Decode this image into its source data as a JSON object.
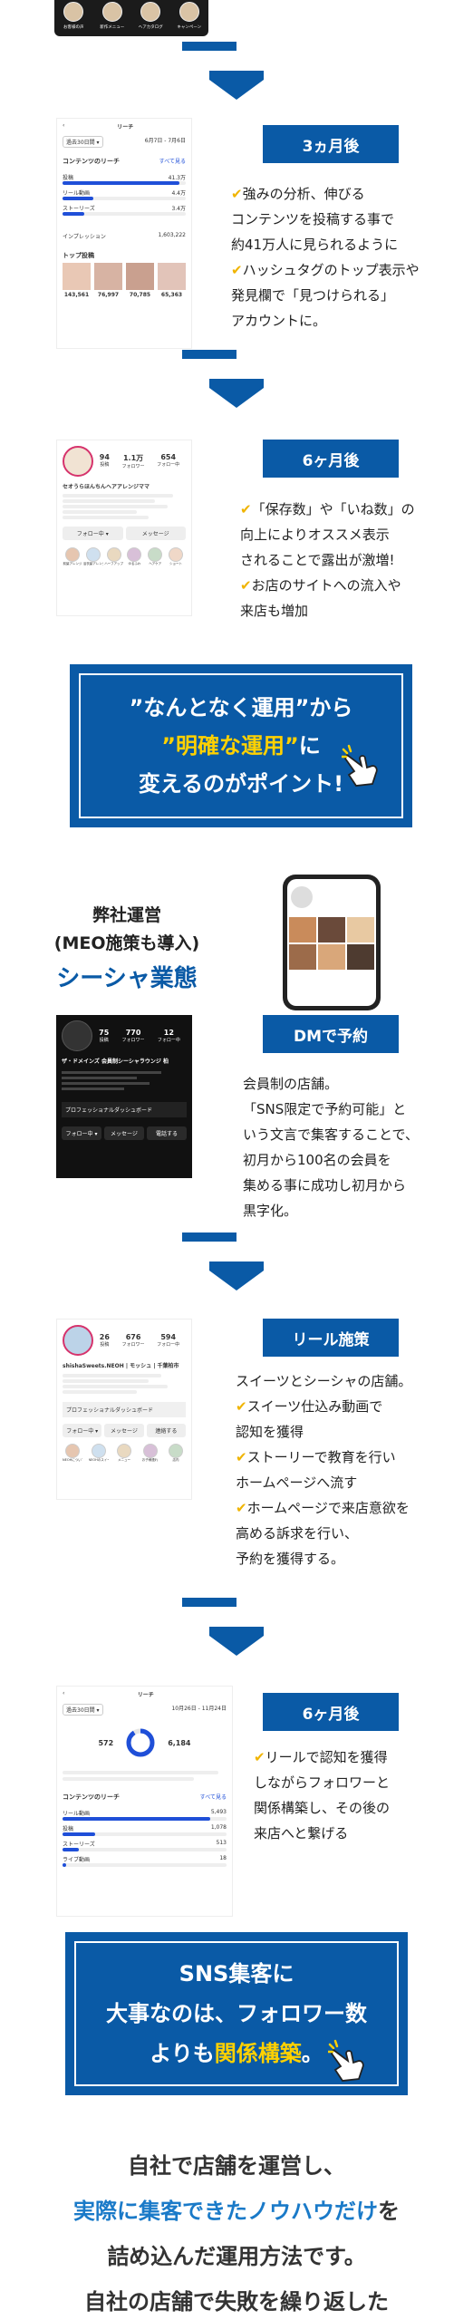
{
  "top_highlights": [
    "お客様の声",
    "新作メニュー",
    "ヘアカタログ",
    "キャンペーン"
  ],
  "sections": {
    "s3m": {
      "label": "3ヵ月後",
      "lines": [
        {
          "check": true,
          "text": "強みの分析、伸びる"
        },
        {
          "check": false,
          "text": "コンテンツを投稿する事で"
        },
        {
          "check": false,
          "text": "約41万人に見られるように"
        },
        {
          "check": true,
          "text": "ハッシュタグのトップ表示や"
        },
        {
          "check": false,
          "text": "発見欄で「見つけられる」"
        },
        {
          "check": false,
          "text": "アカウントに。"
        }
      ],
      "shot": {
        "header": "リーチ",
        "date": "6月7日 - 7月6日",
        "filter": "過去30日間 ▾",
        "section_title": "コンテンツのリーチ",
        "see_all": "すべて見る",
        "rows": [
          {
            "label": "投稿",
            "value": "41.3万",
            "fill": 0.95
          },
          {
            "label": "リール動画",
            "value": "4.4万",
            "fill": 0.25
          },
          {
            "label": "ストーリーズ",
            "value": "3.4万",
            "fill": 0.18
          }
        ],
        "impressions_label": "インプレッション",
        "impressions_value": "1,603,222",
        "top_posts": "トップ投稿",
        "top_values": [
          "143,561",
          "76,997",
          "70,785",
          "65,363"
        ]
      }
    },
    "s6m": {
      "label": "6ヶ月後",
      "lines": [
        {
          "check": true,
          "text": "「保存数」や「いね数」の"
        },
        {
          "check": false,
          "text": "向上によりオススメ表示"
        },
        {
          "check": false,
          "text": "されることで露出が激増!"
        },
        {
          "check": true,
          "text": "お店のサイトへの流入や"
        },
        {
          "check": false,
          "text": "来店も増加"
        }
      ],
      "shot": {
        "stats": [
          {
            "n": "94",
            "l": "投稿"
          },
          {
            "n": "1.1万",
            "l": "フォロワー"
          },
          {
            "n": "654",
            "l": "フォロー中"
          }
        ],
        "bio": "セオうらほんちんヘアアレンジママ",
        "btn_follow": "フォロー中 ▾",
        "btn_msg": "メッセージ",
        "highlights": [
          "前髪アレンジ",
          "浴衣髪アレンジ",
          "ハーフアップ",
          "ゆるふわ",
          "ヘアケア",
          "ショート"
        ]
      }
    },
    "banner1": {
      "line1": "”なんとなく運用”から",
      "line2_hl": "”明確な運用”",
      "line2_rest": "に",
      "line3": "変えるのがポイント!"
    },
    "shisha": {
      "title_line1": "弊社運営",
      "title_line2": "(MEO施策も導入)",
      "title_line3": "シーシャ業態",
      "label": "DMで予約",
      "lines": [
        {
          "check": false,
          "text": "会員制の店舗。"
        },
        {
          "check": false,
          "text": "「SNS限定で予約可能」と"
        },
        {
          "check": false,
          "text": "いう文言で集客することで、"
        },
        {
          "check": false,
          "text": "初月から100名の会員を"
        },
        {
          "check": false,
          "text": "集める事に成功し初月から"
        },
        {
          "check": false,
          "text": "黒字化。"
        }
      ],
      "dark_shot": {
        "stats": [
          {
            "n": "75",
            "l": "投稿"
          },
          {
            "n": "770",
            "l": "フォロワー"
          },
          {
            "n": "12",
            "l": "フォロー中"
          }
        ],
        "name": "ザ・ドメインズ 会員制シーシャラウンジ 柏",
        "dash": "プロフェッショナルダッシュボード",
        "btns": [
          "フォロー中 ▾",
          "メッセージ",
          "電話する"
        ]
      }
    },
    "reel": {
      "label": "リール施策",
      "lines": [
        {
          "check": false,
          "text": "スイーツとシーシャの店舗。"
        },
        {
          "check": true,
          "text": "スイーツ仕込み動画で"
        },
        {
          "check": false,
          "text": "認知を獲得"
        },
        {
          "check": true,
          "text": "ストーリーで教育を行い"
        },
        {
          "check": false,
          "text": "ホームページへ流す"
        },
        {
          "check": true,
          "text": "ホームページで来店意欲を"
        },
        {
          "check": false,
          "text": "高める訴求を行い、"
        },
        {
          "check": false,
          "text": "予約を獲得する。"
        }
      ],
      "shot": {
        "stats": [
          {
            "n": "26",
            "l": "投稿"
          },
          {
            "n": "676",
            "l": "フォロワー"
          },
          {
            "n": "594",
            "l": "フォロー中"
          }
        ],
        "name": "shishaSweets.NEOH | モッシュ | 千葉柏市",
        "dash": "プロフェッショナルダッシュボード",
        "btns": [
          "フォロー中 ▾",
          "メッセージ",
          "連絡する"
        ],
        "highlights": [
          "NEOHについて",
          "NEOHのスイーツ",
          "メニュー",
          "お子様連れ",
          "店内"
        ]
      }
    },
    "s6m2": {
      "label": "6ヶ月後",
      "lines": [
        {
          "check": true,
          "text": "リールで認知を獲得"
        },
        {
          "check": false,
          "text": "しながらフォロワーと"
        },
        {
          "check": false,
          "text": "関係構築し、その後の"
        },
        {
          "check": false,
          "text": "来店へと繋げる"
        }
      ],
      "shot": {
        "header": "リーチ",
        "date": "10月26日 - 11月24日",
        "filter": "過去30日間 ▾",
        "n1": "572",
        "n2": "6,184",
        "section_title": "コンテンツのリーチ",
        "see_all": "すべて見る",
        "rows": [
          {
            "label": "リール動画",
            "value": "5,493",
            "fill": 0.9
          },
          {
            "label": "投稿",
            "value": "1,078",
            "fill": 0.2
          },
          {
            "label": "ストーリーズ",
            "value": "513",
            "fill": 0.1
          },
          {
            "label": "ライブ動画",
            "value": "18",
            "fill": 0.02
          }
        ]
      }
    },
    "banner2": {
      "line1": "SNS集客に",
      "line2": "大事なのは、フォロワー数",
      "line3_pre": "よりも",
      "line3_hl": "関係構築",
      "line3_post": "。"
    },
    "closing": {
      "line1": "自社で店舗を運営し、",
      "line2_blue": "実際に集客できたノウハウだけ",
      "line2_rest": "を",
      "line3": "詰め込んだ運用方法です。",
      "line4": "自社の店舗で失敗を繰り返した"
    }
  },
  "colors": {
    "primary": "#0a5aa6",
    "check": "#f0b400",
    "highlight": "#ffd100"
  }
}
